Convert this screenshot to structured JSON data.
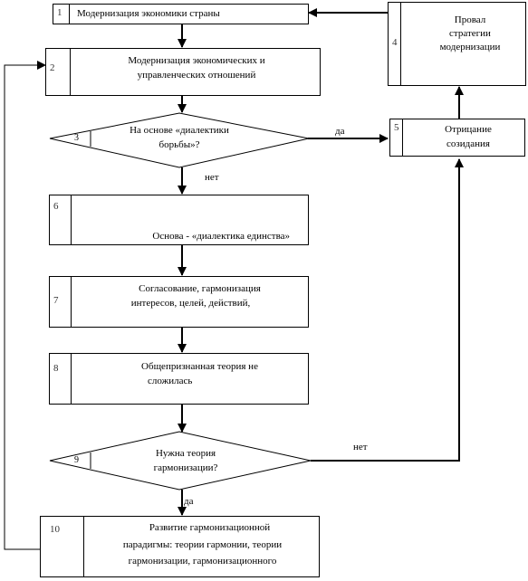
{
  "nodes": {
    "n1": {
      "num": "1",
      "text": "Модернизация экономики страны"
    },
    "n2": {
      "num": "2",
      "line1": "Модернизация экономических и",
      "line2": "управленческих отношений"
    },
    "n3": {
      "num": "3",
      "line1": "На основе «диалектики",
      "line2": "борьбы»?"
    },
    "n4": {
      "num": "4",
      "line1": "Провал",
      "line2": "стратегии",
      "line3": "модернизации"
    },
    "n5": {
      "num": "5",
      "line1": "Отрицание",
      "line2": "созидания"
    },
    "n6": {
      "num": "6",
      "text": "Основа - «диалектика единства»"
    },
    "n7": {
      "num": "7",
      "line1": "Согласование, гармонизация",
      "line2": "интересов, целей, действий,"
    },
    "n8": {
      "num": "8",
      "line1": "Общепризнанная теория не",
      "line2": "сложилась"
    },
    "n9": {
      "num": "9",
      "line1": "Нужна теория",
      "line2": "гармонизации?"
    },
    "n10": {
      "num": "10",
      "line1": "Развитие гармонизационной",
      "line2": "парадигмы: теории гармонии, теории",
      "line3": "гармонизации, гармонизационного"
    }
  },
  "edges": {
    "yes3": "да",
    "no3": "нет",
    "no9": "нет",
    "yes9": "да"
  }
}
